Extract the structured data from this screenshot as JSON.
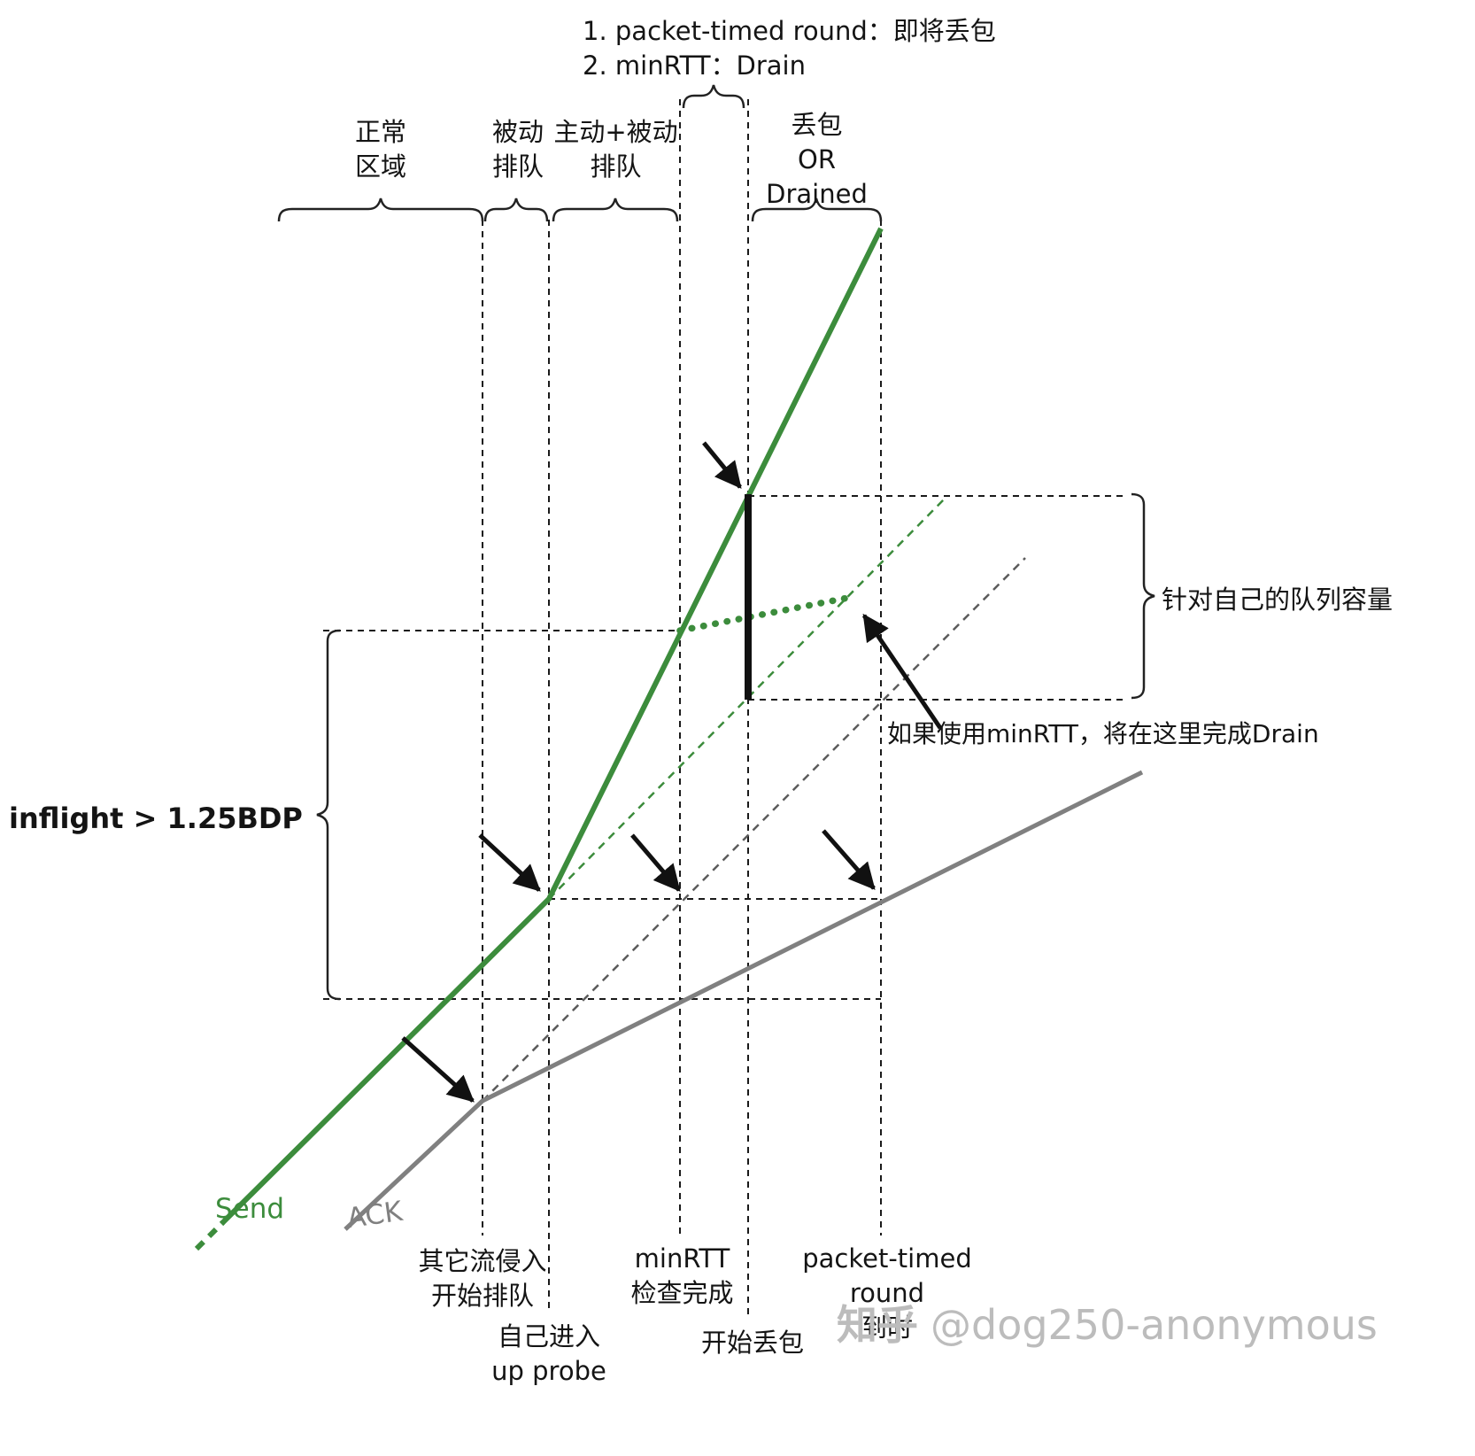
{
  "colors": {
    "send_green": "#3c8c3c",
    "ack_gray": "#808080",
    "ink": "#141414",
    "watermark_gray": "#bcbcbc"
  },
  "top_note": "1. packet-timed round：即将丢包\n2. minRTT：Drain",
  "regions": {
    "normal": "正常\n区域",
    "passive": "被动\n排队",
    "active_passive": "主动+被动\n排队",
    "loss_or_drained": "丢包\nOR\nDrained"
  },
  "side_labels": {
    "inflight": "inflight > 1.25BDP",
    "queue_capacity": "针对自己的队列容量",
    "drain_note": "如果使用minRTT，将在这里完成Drain"
  },
  "line_labels": {
    "send": "Send",
    "ack": "ACK"
  },
  "axis_labels": {
    "other_flows": "其它流侵入\n开始排队",
    "up_probe": "自己进入\nup probe",
    "minrtt_done": "minRTT\n检查完成",
    "loss_start": "开始丢包",
    "packet_timed": "packet-timed round\n到时"
  },
  "watermark": {
    "logo": "知乎",
    "handle": "@dog250-anonymous"
  }
}
